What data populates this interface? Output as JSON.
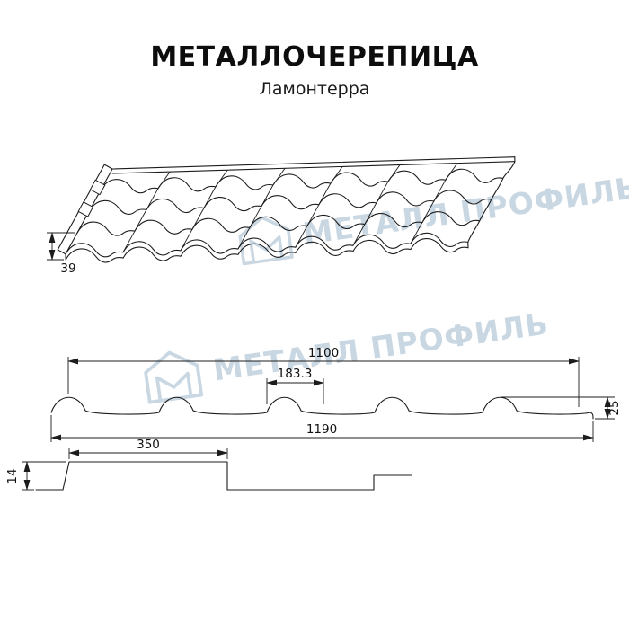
{
  "header": {
    "title": "МЕТАЛЛОЧЕРЕПИЦА",
    "subtitle": "Ламонтерра"
  },
  "watermark": {
    "text": "МЕТАЛЛ ПРОФИЛЬ"
  },
  "drawings": {
    "roof_view": {
      "dim_height": "39"
    },
    "profile": {
      "dim_cover_width": "1100",
      "dim_wave_step": "183.3",
      "dim_profile_height": "25",
      "dim_full_width": "1190"
    },
    "step_profile": {
      "dim_module_length": "350",
      "dim_step_height": "14"
    }
  },
  "colors": {
    "line": "#1c1c1c",
    "watermark": "#a9bfd1"
  }
}
